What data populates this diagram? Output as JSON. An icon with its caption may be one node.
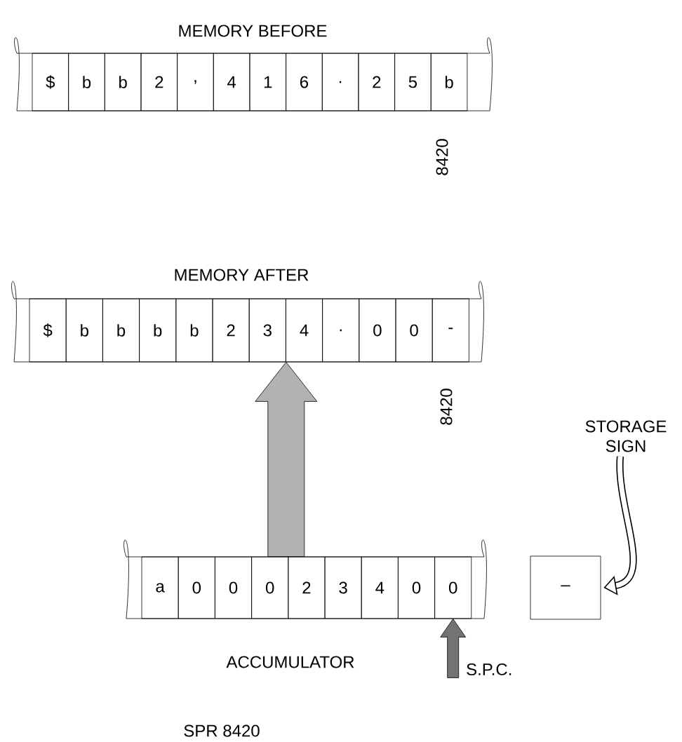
{
  "diagram": {
    "nodes": [
      {
        "text": [
          "MEMORY BEFORE"
        ]
      },
      {
        "text": [
          "$"
        ],
        "in": 0
      },
      {
        "text": [
          "b"
        ],
        "in": 0
      },
      {
        "text": [
          "b"
        ],
        "in": 0
      },
      {
        "text": [
          "2"
        ],
        "in": 0
      },
      {
        "text": [
          ","
        ],
        "in": 0
      },
      {
        "text": [
          "4"
        ],
        "in": 0
      },
      {
        "text": [
          "1"
        ],
        "in": 0
      },
      {
        "text": [
          "6"
        ],
        "in": 0
      },
      {
        "text": [
          "."
        ],
        "in": 0
      },
      {
        "text": [
          "2"
        ],
        "in": 0
      },
      {
        "text": [
          "5"
        ],
        "in": 0
      },
      {
        "text": [
          "b"
        ],
        "in": 0
      },
      {
        "text": [
          "MEMORY AFTER"
        ]
      },
      {
        "text": [
          "$"
        ],
        "in": 13
      },
      {
        "text": [
          "b"
        ],
        "in": 13
      },
      {
        "text": [
          "b"
        ],
        "in": 13
      },
      {
        "text": [
          "b"
        ],
        "in": 13
      },
      {
        "text": [
          "b"
        ],
        "in": 13
      },
      {
        "text": [
          "2"
        ],
        "in": 13
      },
      {
        "text": [
          "3"
        ],
        "in": 13
      },
      {
        "text": [
          "4"
        ],
        "in": 13
      },
      {
        "text": [
          "."
        ],
        "in": 13
      },
      {
        "text": [
          "0"
        ],
        "in": 13
      },
      {
        "text": [
          "0"
        ],
        "in": 13
      },
      {
        "text": [
          "-"
        ],
        "in": 13
      },
      {
        "text": [
          "ACCUMULATOR"
        ]
      },
      {
        "text": [
          "a"
        ],
        "in": 26
      },
      {
        "text": [
          "0"
        ],
        "in": 26
      },
      {
        "text": [
          "0"
        ],
        "in": 26
      },
      {
        "text": [
          "0"
        ],
        "in": 26
      },
      {
        "text": [
          "2"
        ],
        "in": 26
      },
      {
        "text": [
          "3"
        ],
        "in": 26
      },
      {
        "text": [
          "4"
        ],
        "in": 26
      },
      {
        "text": [
          "0"
        ],
        "in": 26
      },
      {
        "text": [
          "0"
        ],
        "in": 26
      },
      {
        "text": [
          "–"
        ]
      },
      {
        "text": [
          "STORAGE SIGN"
        ]
      }
    ],
    "edges": [
      {
        "from": 26,
        "to": 13,
        "arrow": "to",
        "style": "thick"
      },
      {
        "from": null,
        "to": 35,
        "arrow": "to",
        "style": "thick",
        "label": "S.P.C."
      },
      {
        "from": 37,
        "to": 36,
        "arrow": "to"
      }
    ],
    "labels": [
      "8420",
      "8420",
      "SPR 8420"
    ]
  }
}
